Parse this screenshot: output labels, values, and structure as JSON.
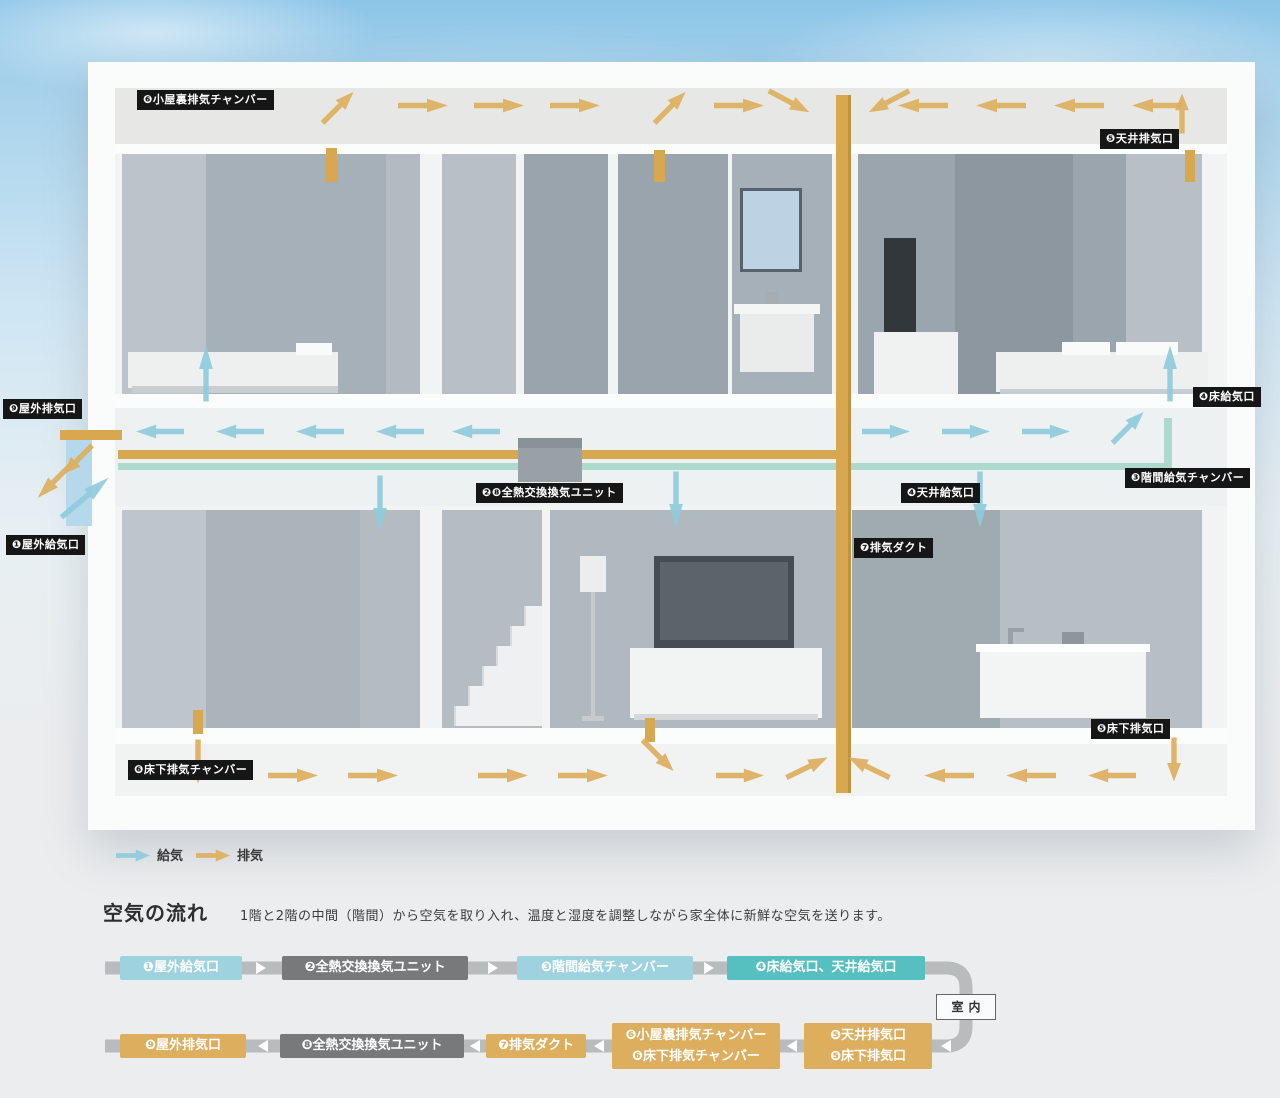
{
  "scene": {
    "legend": {
      "supply_label": "給気",
      "exhaust_label": "排気"
    },
    "callouts": {
      "attic_exhaust_chamber": "❻小屋裏排気チャンバー",
      "ceiling_exhaust_port": "❺天井排気口",
      "outdoor_exhaust_port": "❾屋外排気口",
      "outdoor_supply_port": "❶屋外給気口",
      "heat_exchange_unit": "❷❽全熱交換換気ユニット",
      "interfloor_supply_chamber": "❸階間給気チャンバー",
      "floor_supply_port": "❹床給気口",
      "ceiling_supply_port": "❹天井給気口",
      "exhaust_duct": "❼排気ダクト",
      "underfloor_exhaust_port": "❺床下排気口",
      "underfloor_exhaust_chamber": "❻床下排気チャンバー"
    }
  },
  "explanation": {
    "title": "空気の流れ",
    "description": "1階と2階の中間（階間）から空気を取り入れ、温度と湿度を調整しながら家全体に新鮮な空気を送ります。"
  },
  "flowchart": {
    "indoor_label": "室内",
    "supply_path": [
      "❶屋外給気口",
      "❷全熱交換換気ユニット",
      "❸階間給気チャンバー",
      "❹床給気口、天井給気口"
    ],
    "exhaust_path": [
      "❾屋外排気口",
      "❽全熱交換換気ユニット",
      "❼排気ダクト",
      [
        "❻小屋裏排気チャンバー",
        "❻床下排気チャンバー"
      ],
      [
        "❺天井排気口",
        "❺床下排気口"
      ]
    ]
  },
  "colors": {
    "supply_arrow": "#8fcbdc",
    "exhaust_arrow": "#ddaf5e",
    "supply_box": "#9ed2df",
    "supply_terminal_box": "#56c0c1",
    "exhaust_box": "#dcae5e",
    "unit_box": "#77797b",
    "callout_bg": "#161616",
    "track": "#b9bcbd"
  }
}
